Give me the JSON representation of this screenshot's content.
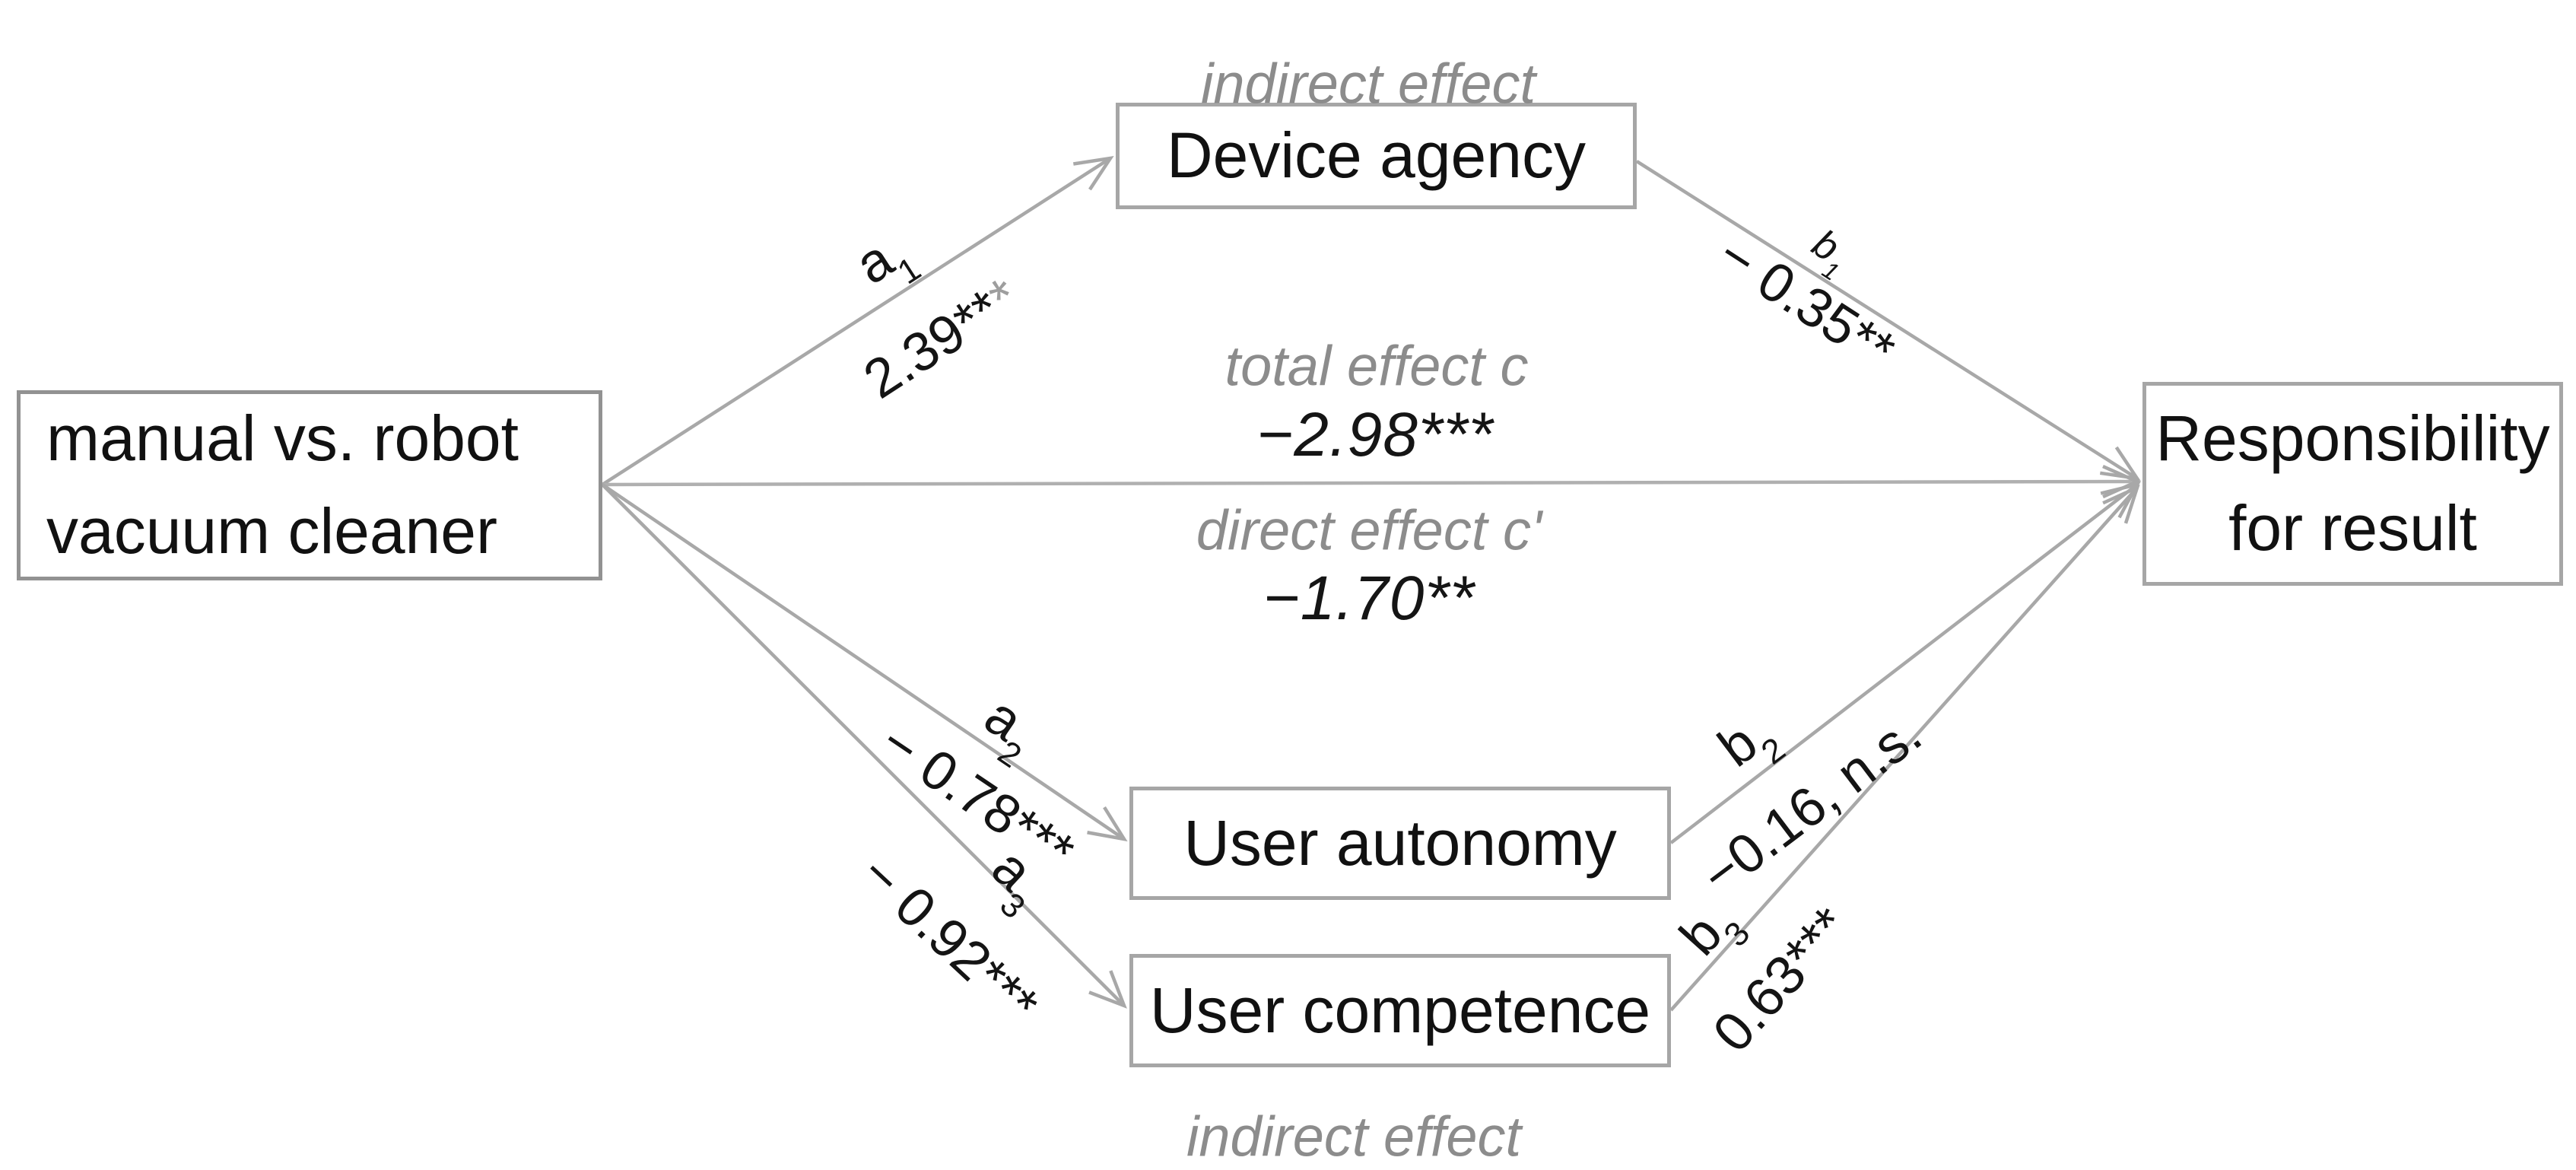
{
  "labels": {
    "indirect_effect_top": "indirect effect",
    "indirect_effect_bottom": "indirect effect",
    "total_effect": {
      "label": "total effect c",
      "value": "−2.98***"
    },
    "direct_effect": {
      "label": "direct effect c'",
      "value": "−1.70**"
    }
  },
  "nodes": {
    "predictor": {
      "line1": "manual vs. robot",
      "line2": "vacuum cleaner"
    },
    "mediator_device_agency": "Device agency",
    "mediator_user_autonomy": "User autonomy",
    "mediator_user_competence": "User competence",
    "outcome": {
      "line1": "Responsibility",
      "line2": "for result"
    }
  },
  "paths": {
    "a1": {
      "base": "a",
      "sub": "1",
      "value": "2.39**",
      "value_gray_star": "*"
    },
    "b1": {
      "base": "b",
      "sub": "1",
      "value": "− 0.35**"
    },
    "a2": {
      "base": "a",
      "sub": "2",
      "value": "− 0.78***"
    },
    "a3": {
      "base": "a",
      "sub": "3",
      "value": "− 0.92***"
    },
    "b2": {
      "base": "b",
      "sub": "2",
      "value": "−0.16, n.s."
    },
    "b3": {
      "base": "b",
      "sub": "3",
      "value": "0.63***"
    }
  },
  "colors": {
    "arrow_gray": "#a8a8a8",
    "box_border_gray": "#a6a6a6",
    "predictor_border_gray": "#929292",
    "label_gray": "#8c8c8c",
    "gray_star": "#9e9e9e",
    "text_black": "#111111"
  }
}
